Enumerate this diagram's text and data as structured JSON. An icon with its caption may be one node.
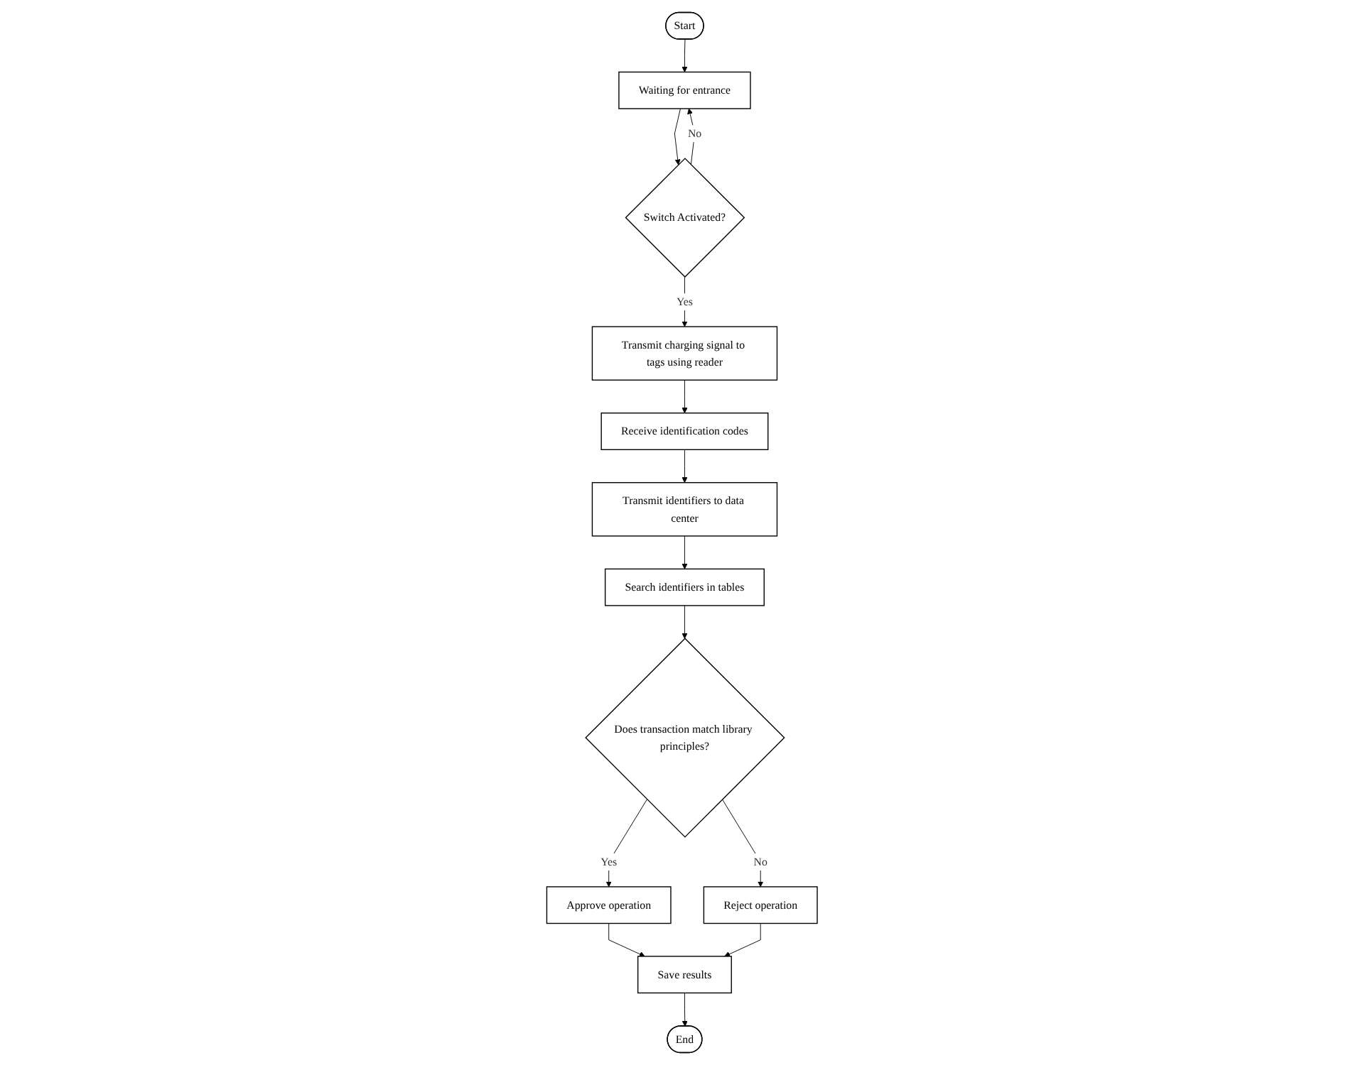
{
  "diagram": {
    "nodes": [
      {
        "text": [
          "Start"
        ]
      },
      {
        "text": [
          "Waiting for entrance"
        ]
      },
      {
        "text": [
          "Switch Activated?"
        ]
      },
      {
        "text": [
          "Transmit charging signal to tags using reader"
        ]
      },
      {
        "text": [
          "Receive identification codes"
        ]
      },
      {
        "text": [
          "Transmit identifiers to data center"
        ]
      },
      {
        "text": [
          "Search identifiers in tables"
        ]
      },
      {
        "text": [
          "Does transaction match library principles?"
        ]
      },
      {
        "text": [
          "Approve operation"
        ]
      },
      {
        "text": [
          "Reject operation"
        ]
      },
      {
        "text": [
          "Save results"
        ]
      },
      {
        "text": [
          "End"
        ]
      }
    ],
    "edges": [
      {
        "from": 0,
        "to": 1,
        "arrow": "to"
      },
      {
        "from": 1,
        "to": 2,
        "arrow": "to"
      },
      {
        "from": 2,
        "to": 1,
        "label": "No",
        "arrow": "to"
      },
      {
        "from": 2,
        "to": 3,
        "label": "Yes",
        "arrow": "to"
      },
      {
        "from": 3,
        "to": 4,
        "arrow": "to"
      },
      {
        "from": 4,
        "to": 5,
        "arrow": "to"
      },
      {
        "from": 5,
        "to": 6,
        "arrow": "to"
      },
      {
        "from": 6,
        "to": 7,
        "arrow": "to"
      },
      {
        "from": 7,
        "to": 9,
        "label": "No",
        "arrow": "to"
      },
      {
        "from": 7,
        "to": 8,
        "label": "Yes",
        "arrow": "to"
      },
      {
        "from": 8,
        "to": 10,
        "arrow": "to"
      },
      {
        "from": 9,
        "to": 10,
        "arrow": "to"
      },
      {
        "from": 10,
        "to": 11,
        "arrow": "to"
      }
    ]
  }
}
